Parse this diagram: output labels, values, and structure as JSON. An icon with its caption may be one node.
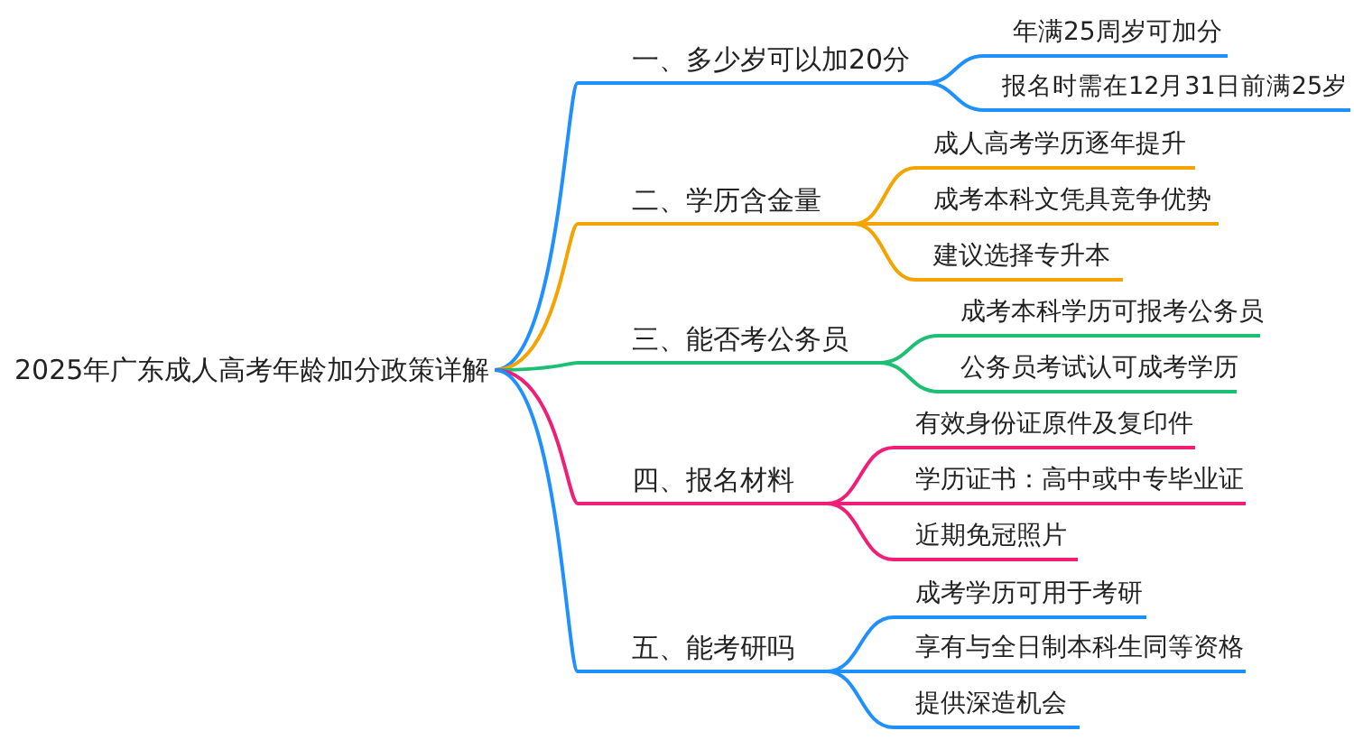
{
  "diagram": {
    "nodes": [
      {
        "text": [
          "2025年广东成人高考年龄加分政策详解"
        ]
      },
      {
        "text": [
          "一、多少岁可以加20分"
        ]
      },
      {
        "text": [
          "年满25周岁可加分"
        ]
      },
      {
        "text": [
          "报名时需在12月31日前满25岁"
        ]
      },
      {
        "text": [
          "二、学历含金量"
        ]
      },
      {
        "text": [
          "成人高考学历逐年提升"
        ]
      },
      {
        "text": [
          "成考本科文凭具竞争优势"
        ]
      },
      {
        "text": [
          "建议选择专升本"
        ]
      },
      {
        "text": [
          "三、能否考公务员"
        ]
      },
      {
        "text": [
          "成考本科学历可报考公务员"
        ]
      },
      {
        "text": [
          "公务员考试认可成考学历"
        ]
      },
      {
        "text": [
          "四、报名材料"
        ]
      },
      {
        "text": [
          "有效身份证原件及复印件"
        ]
      },
      {
        "text": [
          "学历证书：高中或中专毕业证"
        ]
      },
      {
        "text": [
          "近期免冠照片"
        ]
      },
      {
        "text": [
          "五、能考研吗"
        ]
      },
      {
        "text": [
          "成考学历可用于考研"
        ]
      },
      {
        "text": [
          "享有与全日制本科生同等资格"
        ]
      },
      {
        "text": [
          "提供深造机会"
        ]
      }
    ],
    "edges": [
      {
        "from": 0,
        "to": 1,
        "arrow": "none"
      },
      {
        "from": 1,
        "to": 2,
        "arrow": "none"
      },
      {
        "from": 1,
        "to": 3,
        "arrow": "none"
      },
      {
        "from": 0,
        "to": 4,
        "arrow": "none",
        "color": "#f5a300"
      },
      {
        "from": 4,
        "to": 5,
        "arrow": "none",
        "color": "#f5a300"
      },
      {
        "from": 4,
        "to": 6,
        "arrow": "none",
        "color": "#f5a300"
      },
      {
        "from": 4,
        "to": 7,
        "arrow": "none",
        "color": "#f5a300"
      },
      {
        "from": 0,
        "to": 8,
        "arrow": "none",
        "color": "#1dbf73"
      },
      {
        "from": 8,
        "to": 9,
        "arrow": "none",
        "color": "#1dbf73"
      },
      {
        "from": 8,
        "to": 10,
        "arrow": "none",
        "color": "#1dbf73"
      },
      {
        "from": 0,
        "to": 11,
        "arrow": "none",
        "color": "#ef1f77"
      },
      {
        "from": 11,
        "to": 12,
        "arrow": "none",
        "color": "#ef1f77"
      },
      {
        "from": 11,
        "to": 13,
        "arrow": "none",
        "color": "#ef1f77"
      },
      {
        "from": 11,
        "to": 14,
        "arrow": "none",
        "color": "#ef1f77"
      },
      {
        "from": 0,
        "to": 15,
        "arrow": "none"
      },
      {
        "from": 15,
        "to": 16,
        "arrow": "none"
      },
      {
        "from": 15,
        "to": 17,
        "arrow": "none"
      },
      {
        "from": 15,
        "to": 18,
        "arrow": "none"
      }
    ]
  }
}
